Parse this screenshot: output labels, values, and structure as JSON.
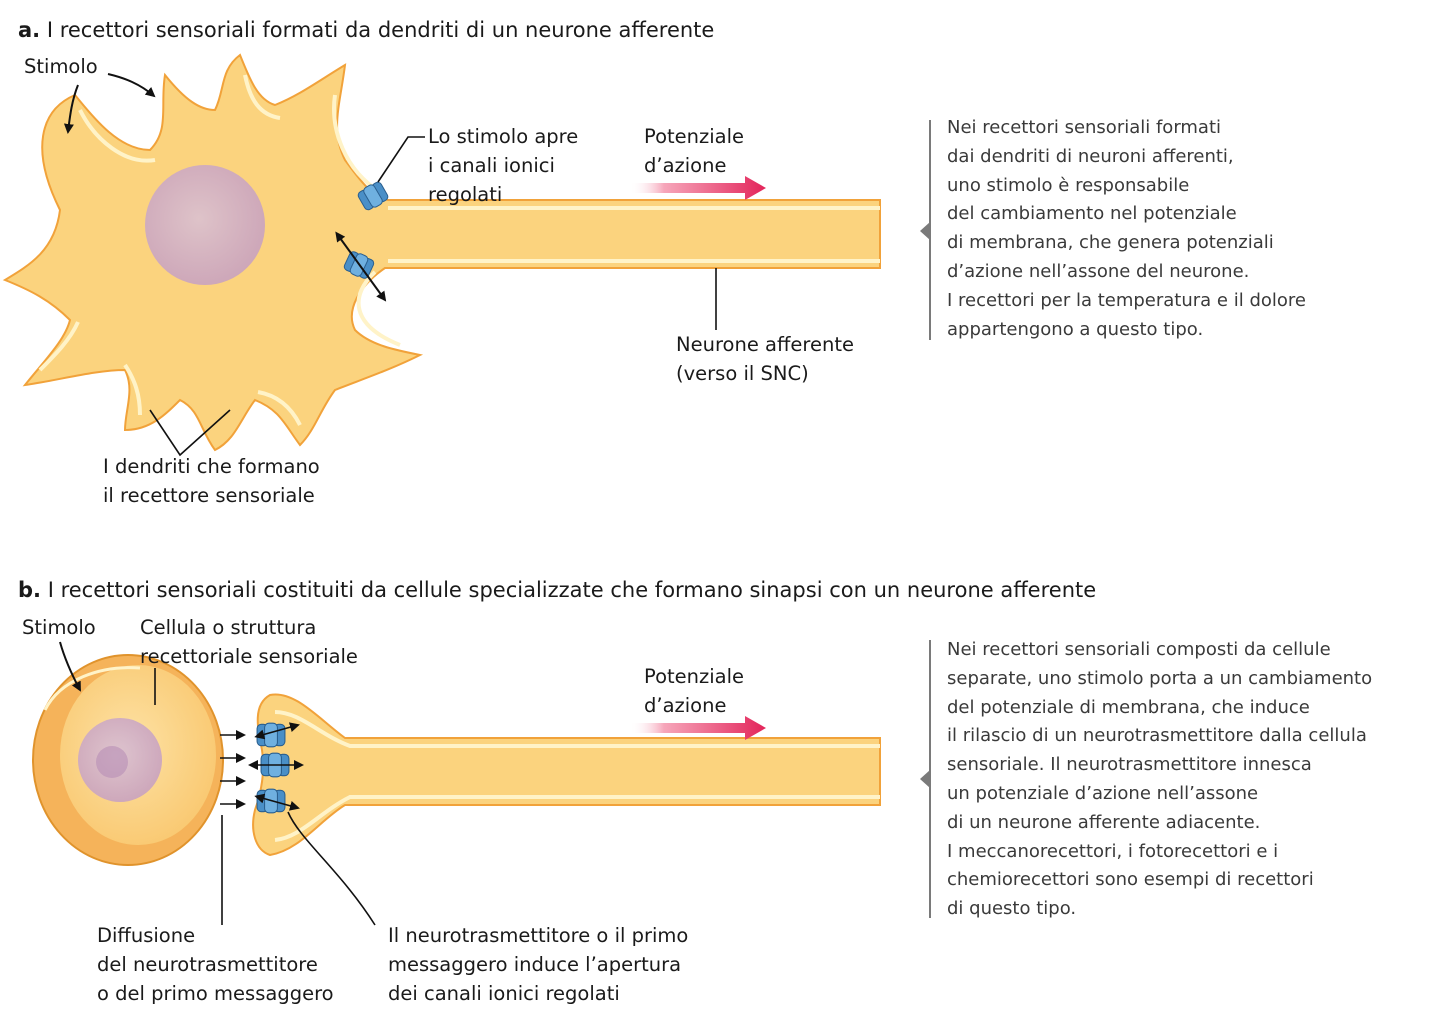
{
  "panel_a": {
    "letter": "a.",
    "title": "I recettori sensoriali formati da dendriti di un neurone afferente",
    "stimulus": "Stimolo",
    "channel_label": [
      "Lo stimolo apre",
      "i canali ionici",
      "regolati"
    ],
    "action_potential": [
      "Potenziale",
      "d’azione"
    ],
    "afferent_neuron": [
      "Neurone afferente",
      "(verso il SNC)"
    ],
    "dendrites_label": [
      "I dendriti che formano",
      "il recettore sensoriale"
    ],
    "side_text": [
      "Nei recettori sensoriali formati",
      "dai dendriti di neuroni afferenti,",
      "uno stimolo è responsabile",
      "del cambiamento nel potenziale",
      "di membrana, che genera potenziali",
      "d’azione nell’assone del neurone.",
      "I recettori per la temperatura e il dolore",
      "appartengono a questo tipo."
    ]
  },
  "panel_b": {
    "letter": "b.",
    "title": "I recettori sensoriali costituiti da cellule specializzate che formano sinapsi con un neurone afferente",
    "stimulus": "Stimolo",
    "cell_label": [
      "Cellula o struttura",
      "recettoriale sensoriale"
    ],
    "action_potential": [
      "Potenziale",
      "d’azione"
    ],
    "diffusion_label": [
      "Diffusione",
      "del neurotrasmettitore",
      "o del primo messaggero"
    ],
    "opening_label": [
      "Il neurotrasmettitore o il primo",
      "messaggero induce l’apertura",
      "dei canali ionici regolati"
    ],
    "side_text": [
      "Nei recettori sensoriali composti da cellule",
      "separate, uno stimolo porta a un cambiamento",
      "del potenziale di membrana, che induce",
      "il rilascio di un neurotrasmettitore dalla cellula",
      "sensoriale. Il neurotrasmettitore innesca",
      "un potenziale d’azione nell’assone",
      "di un neurone afferente adiacente.",
      "I meccanorecettori, i fotorecettori e i",
      "chemiorecettori sono esempi di recettori",
      "di questo tipo."
    ]
  },
  "colors": {
    "cell_fill": "#fbd37e",
    "cell_edge": "#f1a23a",
    "membrane_light": "#fff3c8",
    "nucleus": "#c8a7c8",
    "channel": "#4a8fc7",
    "arrow_red": "#e3245a"
  }
}
